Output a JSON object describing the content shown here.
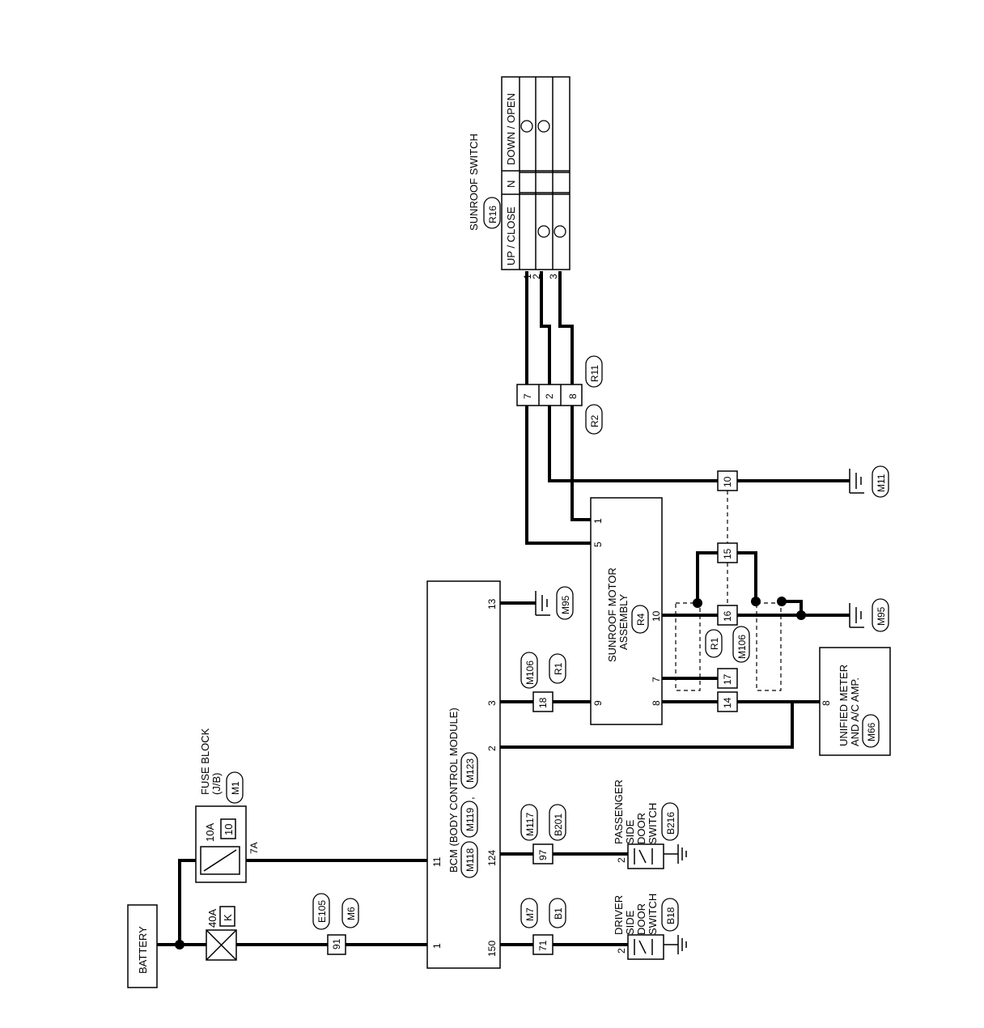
{
  "components": {
    "battery": "BATTERY",
    "fuse_block": [
      "FUSE BLOCK",
      "(J/B)"
    ],
    "fuse_block_conn": "M1",
    "fuse_40a": {
      "rating": "40A",
      "id": "K"
    },
    "fuse_10a": {
      "rating": "10A",
      "id": "10"
    },
    "fuse_10a_out": "7A",
    "bcm": "BCM (BODY CONTROL MODULE)",
    "bcm_conns": [
      "M118",
      "M119",
      "M123"
    ],
    "bcm_pins": {
      "p1": "1",
      "p11": "11",
      "p150": "150",
      "p124": "124",
      "p2": "2",
      "p3": "3",
      "p13": "13"
    },
    "sunroof_motor": [
      "SUNROOF MOTOR",
      "ASSEMBLY"
    ],
    "sunroof_motor_conn": "R4",
    "motor_pins": {
      "p1": "1",
      "p5": "5",
      "p10": "10",
      "p7": "7",
      "p9": "9",
      "p8": "8"
    },
    "sunroof_switch": "SUNROOF SWITCH",
    "sunroof_switch_conn": "R16",
    "switch_cols": [
      "UP / CLOSE",
      "N",
      "DOWN / OPEN"
    ],
    "switch_pins": [
      "1",
      "2",
      "3"
    ],
    "unified_meter": [
      "UNIFIED METER",
      "AND A/C AMP."
    ],
    "unified_meter_conn": "M66",
    "unified_meter_pin": "8",
    "driver_door_switch": [
      "DRIVER",
      "SIDE",
      "DOOR",
      "SWITCH"
    ],
    "driver_door_switch_conn": "B18",
    "driver_door_pin": "2",
    "passenger_door_switch": [
      "PASSENGER",
      "SIDE",
      "DOOR",
      "SWITCH"
    ],
    "passenger_door_switch_conn": "B216",
    "passenger_door_pin": "2"
  },
  "junctions": {
    "j91": {
      "pin": "91",
      "conns": [
        "E105",
        "M6"
      ]
    },
    "j71": {
      "pin": "71",
      "conns": [
        "M7",
        "B1"
      ]
    },
    "j97": {
      "pin": "97",
      "conns": [
        "M117",
        "B201"
      ]
    },
    "j18a": {
      "pin": "18",
      "conns": [
        "M106",
        "R1"
      ]
    },
    "j_r2": {
      "pins": [
        "7",
        "2",
        "8"
      ],
      "conns": [
        "R2",
        "R11"
      ]
    },
    "j10": "10",
    "j15": "15",
    "j16": "16",
    "j17": "17",
    "j14": "14",
    "j_r1_m106": [
      "R1",
      "M106"
    ]
  },
  "grounds": {
    "g_m95_bcm": "M95",
    "g_m95_motor": "M95",
    "g_m11": "M11"
  }
}
